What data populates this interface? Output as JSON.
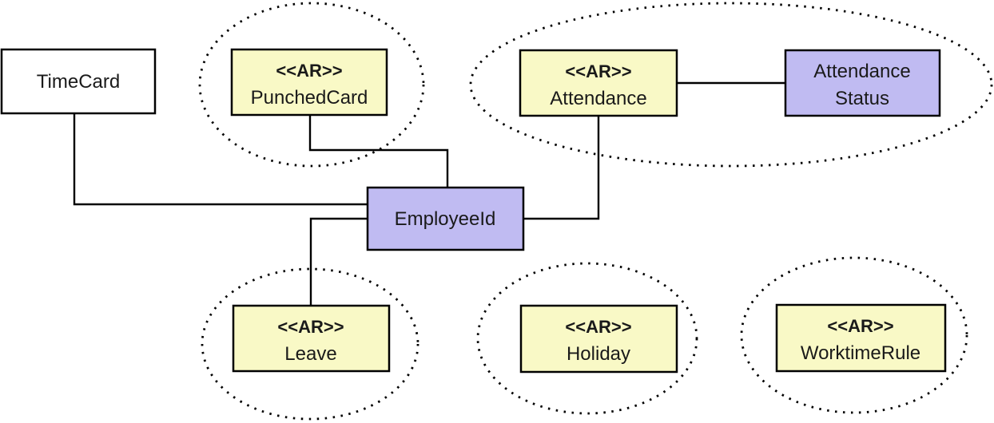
{
  "diagram": {
    "kind": "aggregate-boundary-diagram",
    "background": "#ffffff",
    "colors": {
      "aggregate_fill": "#F9F9C6",
      "identifier_fill": "#C0BBF2",
      "entity_fill": "#FFFFFF",
      "border": "#000000",
      "connector": "#000000",
      "boundary": "#000000"
    },
    "nodes": {
      "timecard": {
        "label": "TimeCard"
      },
      "punchedcard": {
        "stereotype": "<<AR>>",
        "label": "PunchedCard"
      },
      "attendance": {
        "stereotype": "<<AR>>",
        "label": "Attendance"
      },
      "attendance_status": {
        "label_line1": "Attendance",
        "label_line2": "Status"
      },
      "employee_id": {
        "label": "EmployeeId"
      },
      "leave": {
        "stereotype": "<<AR>>",
        "label": "Leave"
      },
      "holiday": {
        "stereotype": "<<AR>>",
        "label": "Holiday"
      },
      "worktime_rule": {
        "stereotype": "<<AR>>",
        "label": "WorktimeRule"
      }
    },
    "connections": {
      "timecard_to_employee_id": "TimeCard - EmployeeId",
      "punchedcard_to_employee_id": "PunchedCard - EmployeeId",
      "attendance_to_employee_id": "Attendance - EmployeeId",
      "attendance_to_attendance_status": "Attendance - AttendanceStatus",
      "leave_to_employee_id": "Leave - EmployeeId"
    }
  }
}
